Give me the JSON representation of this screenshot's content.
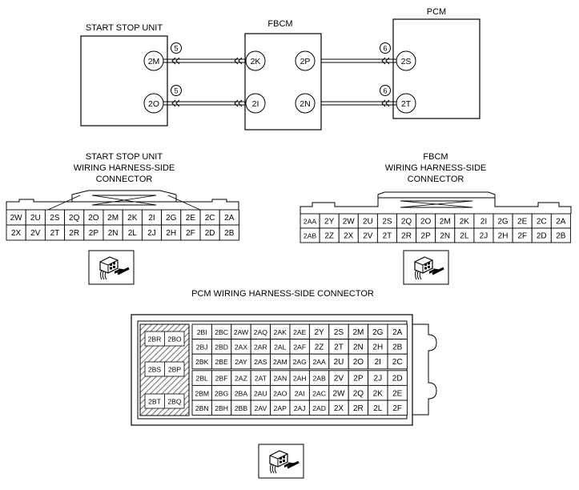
{
  "colors": {
    "line": "#000000",
    "bg": "#ffffff",
    "housing": "#f2f2f2",
    "hatch": "#777777"
  },
  "schematic": {
    "units": {
      "ssu": "START STOP UNIT",
      "fbcm": "FBCM",
      "pcm": "PCM"
    },
    "ssu_pins": [
      "2M",
      "2O"
    ],
    "fbcm_left_pins": [
      "2K",
      "2I"
    ],
    "fbcm_right_pins": [
      "2P",
      "2N"
    ],
    "pcm_pins": [
      "2S",
      "2T"
    ],
    "wire_numbers": [
      "5",
      "5",
      "6",
      "6"
    ]
  },
  "connectors": {
    "ssu": {
      "title": [
        "START STOP UNIT",
        "WIRING HARNESS-SIDE",
        "CONNECTOR"
      ],
      "rows": [
        [
          "2W",
          "2U",
          "2S",
          "2Q",
          "2O",
          "2M",
          "2K",
          "2I",
          "2G",
          "2E",
          "2C",
          "2A"
        ],
        [
          "2X",
          "2V",
          "2T",
          "2R",
          "2P",
          "2N",
          "2L",
          "2J",
          "2H",
          "2F",
          "2D",
          "2B"
        ]
      ]
    },
    "fbcm": {
      "title": [
        "FBCM",
        "WIRING HARNESS-SIDE",
        "CONNECTOR"
      ],
      "rows": [
        [
          "2AA",
          "2Y",
          "2W",
          "2U",
          "2S",
          "2Q",
          "2O",
          "2M",
          "2K",
          "2I",
          "2G",
          "2E",
          "2C",
          "2A"
        ],
        [
          "2AB",
          "2Z",
          "2X",
          "2V",
          "2T",
          "2R",
          "2P",
          "2N",
          "2L",
          "2J",
          "2H",
          "2F",
          "2D",
          "2B"
        ]
      ]
    },
    "pcm": {
      "title": "PCM WIRING HARNESS-SIDE CONNECTOR",
      "side_pins": [
        "2BR",
        "2BO",
        "2BS",
        "2BP",
        "2BT",
        "2BQ"
      ],
      "rows": [
        [
          "2BI",
          "2BC",
          "2AW",
          "2AQ",
          "2AK",
          "2AE",
          "2Y",
          "2S",
          "2M",
          "2G",
          "2A"
        ],
        [
          "2BJ",
          "2BD",
          "2AX",
          "2AR",
          "2AL",
          "2AF",
          "2Z",
          "2T",
          "2N",
          "2H",
          "2B"
        ],
        [
          "2BK",
          "2BE",
          "2AY",
          "2AS",
          "2AM",
          "2AG",
          "2AA",
          "2U",
          "2O",
          "2I",
          "2C"
        ],
        [
          "2BL",
          "2BF",
          "2AZ",
          "2AT",
          "2AN",
          "2AH",
          "2AB",
          "2V",
          "2P",
          "2J",
          "2D"
        ],
        [
          "2BM",
          "2BG",
          "2BA",
          "2AU",
          "2AO",
          "2AI",
          "2AC",
          "2W",
          "2Q",
          "2K",
          "2E"
        ],
        [
          "2BN",
          "2BH",
          "2BB",
          "2AV",
          "2AP",
          "2AJ",
          "2AD",
          "2X",
          "2R",
          "2L",
          "2F"
        ]
      ]
    }
  },
  "icons": [
    "connector-view-icon",
    "connector-view-icon",
    "connector-view-icon"
  ]
}
